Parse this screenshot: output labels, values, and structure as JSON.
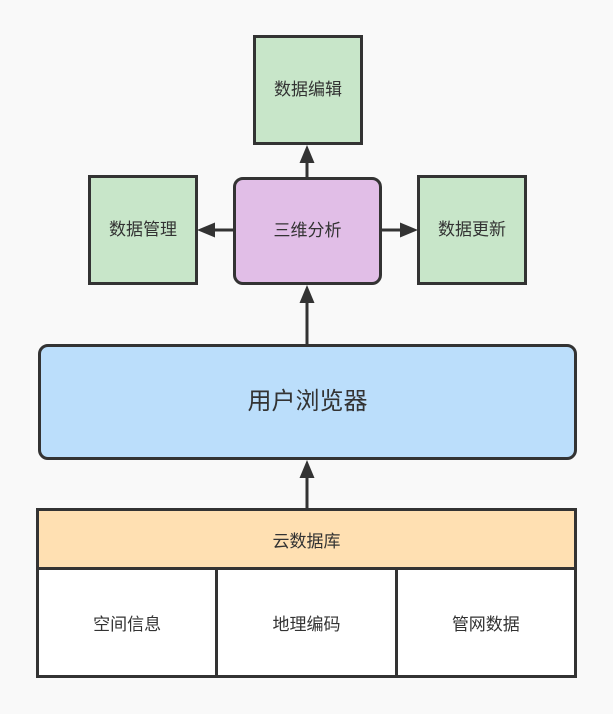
{
  "diagram": {
    "title": "system-architecture-flowchart",
    "nodes": {
      "data_edit": {
        "label": "数据编辑",
        "fill": "#c8e6c9"
      },
      "data_manage": {
        "label": "数据管理",
        "fill": "#c8e6c9"
      },
      "analysis_3d": {
        "label": "三维分析",
        "fill": "#e1bee7"
      },
      "data_update": {
        "label": "数据更新",
        "fill": "#c8e6c9"
      },
      "browser": {
        "label": "用户浏览器",
        "fill": "#bbdefb"
      },
      "cloud_db": {
        "label": "云数据库",
        "fill": "#ffe0b2"
      },
      "spatial_info": {
        "label": "空间信息",
        "fill": "#ffffff"
      },
      "geocoding": {
        "label": "地理编码",
        "fill": "#ffffff"
      },
      "pipe_data": {
        "label": "管网数据",
        "fill": "#ffffff"
      }
    },
    "edges": [
      {
        "from": "三维分析",
        "to": "数据编辑",
        "direction": "up"
      },
      {
        "from": "三维分析",
        "to": "数据管理",
        "direction": "left"
      },
      {
        "from": "三维分析",
        "to": "数据更新",
        "direction": "right"
      },
      {
        "from": "用户浏览器",
        "to": "三维分析",
        "direction": "up"
      },
      {
        "from": "云数据库",
        "to": "用户浏览器",
        "direction": "up"
      }
    ],
    "colors": {
      "green": "#c8e6c9",
      "purple": "#e1bee7",
      "blue": "#bbdefb",
      "orange": "#ffe0b2",
      "white": "#ffffff",
      "line": "#333333",
      "text": "#333333",
      "background": "#f9f9f9"
    }
  }
}
